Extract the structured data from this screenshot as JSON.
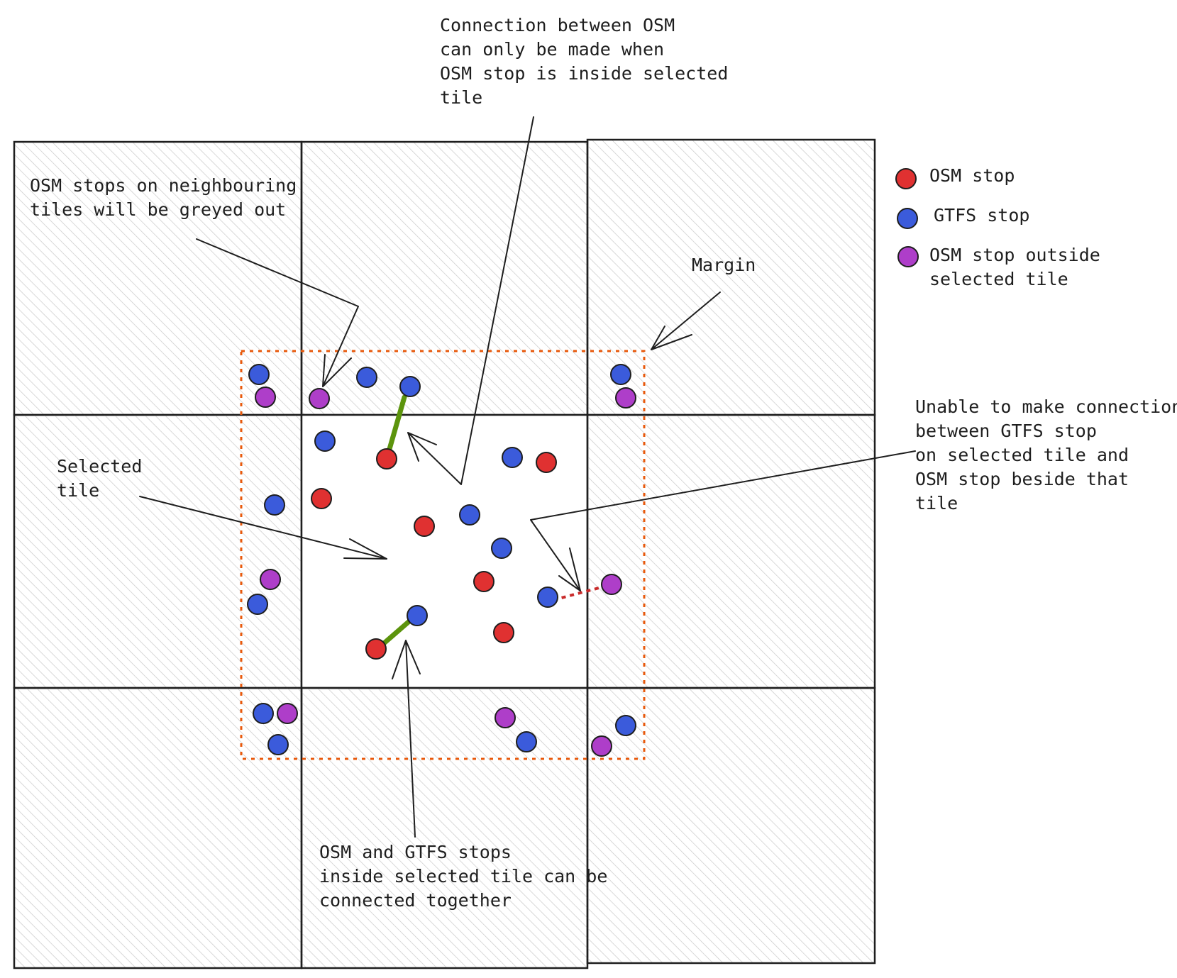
{
  "colors": {
    "osm_stop": "#e03131",
    "gtfs_stop": "#3b5bdb",
    "osm_stop_outside": "#ae3ec9",
    "margin": "#e8590c",
    "connection": "#5c940d",
    "failed_connection": "#c92a2a",
    "hatch": "#c8c8c8"
  },
  "legend": {
    "osm_stop": "OSM stop",
    "gtfs_stop": "GTFS stop",
    "osm_outside_line1": "OSM stop outside",
    "osm_outside_line2": "selected tile"
  },
  "annotations": {
    "connection_rule": [
      "Connection between OSM",
      "can only be made when",
      "OSM stop is inside selected",
      "tile"
    ],
    "greyed_out": [
      "OSM stops on neighbouring",
      "tiles will be greyed out"
    ],
    "margin": [
      "Margin"
    ],
    "selected_tile": [
      "Selected",
      "tile"
    ],
    "unable_connection": [
      "Unable to make connection",
      "between GTFS stop",
      "on selected tile and",
      "OSM stop beside that",
      "tile"
    ],
    "inside_connection": [
      "OSM and GTFS stops",
      "inside selected tile can be",
      "connected together"
    ]
  }
}
